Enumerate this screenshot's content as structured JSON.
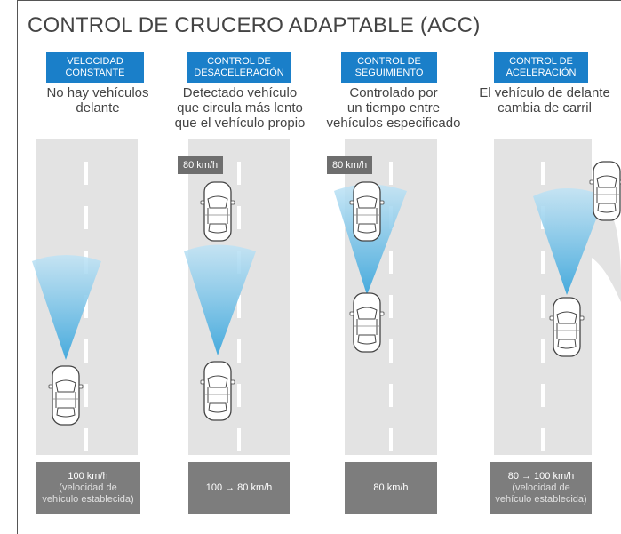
{
  "title": "CONTROL DE CRUCERO ADAPTABLE (ACC)",
  "columns": [
    {
      "badge_line1": "VELOCIDAD",
      "badge_line2": "CONSTANTE",
      "desc": [
        "No hay vehículos",
        "delante"
      ],
      "speed_main": "100 km/h",
      "speed_sub": [
        "(velocidad de",
        "vehículo establecida)"
      ]
    },
    {
      "badge_line1": "CONTROL DE",
      "badge_line2": "DESACELERACIÓN",
      "desc": [
        "Detectado vehículo",
        "que circula más lento",
        "que el vehículo propio"
      ],
      "lead_speed": "80 km/h",
      "speed_main": "100 → 80 km/h"
    },
    {
      "badge_line1": "CONTROL DE",
      "badge_line2": "SEGUIMIENTO",
      "desc": [
        "Controlado por",
        "un tiempo entre",
        "vehículos especificado"
      ],
      "lead_speed": "80 km/h",
      "speed_main": "80 km/h"
    },
    {
      "badge_line1": "CONTROL DE",
      "badge_line2": "ACELERACIÓN",
      "desc": [
        "El vehículo de delante",
        "cambia de carril"
      ],
      "speed_main": "80 → 100 km/h",
      "speed_sub": [
        "(velocidad de",
        "vehículo establecida)"
      ]
    }
  ],
  "colors": {
    "badge": "#1a7fc9",
    "road": "#e3e3e3",
    "speed_box": "#7d7d7d",
    "radar": "#8fcbe8"
  }
}
